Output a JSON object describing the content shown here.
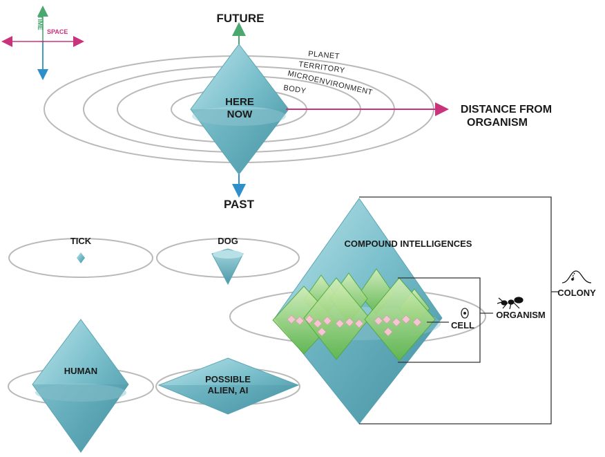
{
  "legend": {
    "time_label": "TIME",
    "space_label": "SPACE",
    "time_color": "#4aa86f",
    "space_color": "#c8337b"
  },
  "top": {
    "future_label": "FUTURE",
    "past_label": "PAST",
    "center_label_line1": "HERE",
    "center_label_line2": "NOW",
    "distance_label_line1": "DISTANCE FROM",
    "distance_label_line2": "ORGANISM",
    "rings": [
      "PLANET",
      "TERRITORY",
      "MICROENVIRONMENT",
      "BODY"
    ]
  },
  "examples": {
    "tick": "TICK",
    "dog": "DOG",
    "human": "HUMAN",
    "alien_line1": "POSSIBLE",
    "alien_line2": "ALIEN, AI",
    "compound": "COMPOUND INTELLIGENCES",
    "cell": "CELL",
    "organism": "ORGANISM",
    "colony": "COLONY"
  },
  "colors": {
    "diamond_fill": "#7dc3cf",
    "diamond_dark": "#3d8e9e",
    "green_fill": "#8fd06a",
    "pink_fill": "#f3c6d2"
  }
}
